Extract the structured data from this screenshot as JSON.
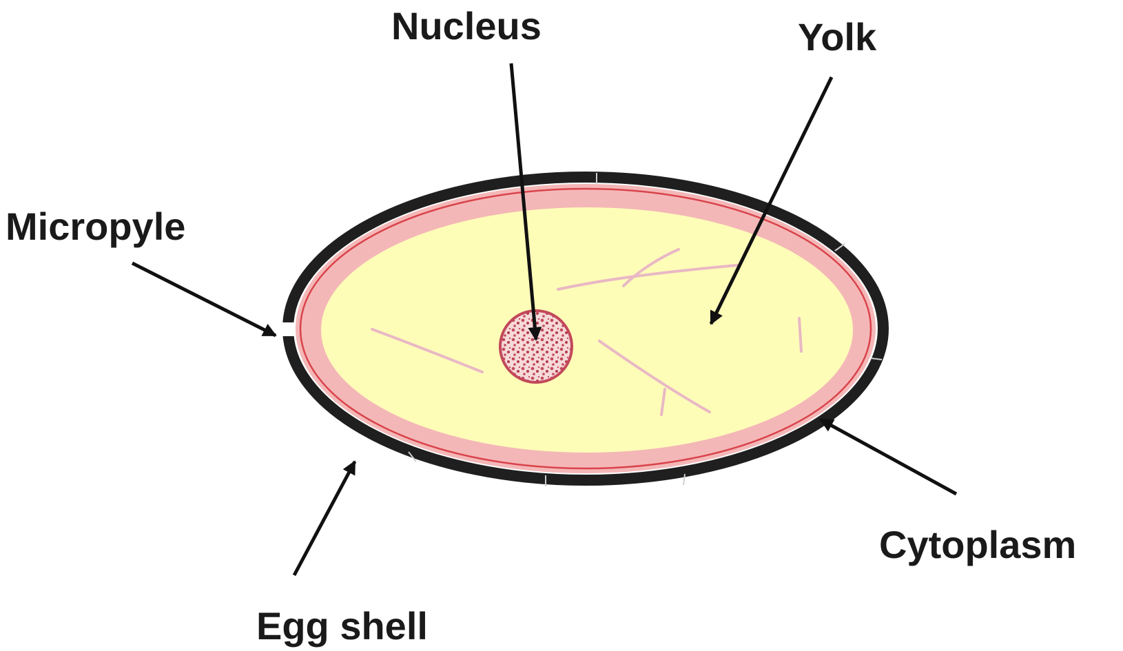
{
  "labels": {
    "nucleus": "Nucleus",
    "yolk": "Yolk",
    "micropyle": "Micropyle",
    "cytoplasm": "Cytoplasm",
    "egg_shell": "Egg shell"
  },
  "colors": {
    "shell": "#1f1f1f",
    "cytoplasm": "#f4b7b7",
    "cytoplasm_line": "#d9434b",
    "yolk": "#fdfdb8",
    "yolk_fibers": "#e9b8c4",
    "nucleus_fill": "#f2c9c9",
    "nucleus_dots": "#c2495a",
    "arrow": "#111111",
    "text": "#1a1a1a"
  }
}
